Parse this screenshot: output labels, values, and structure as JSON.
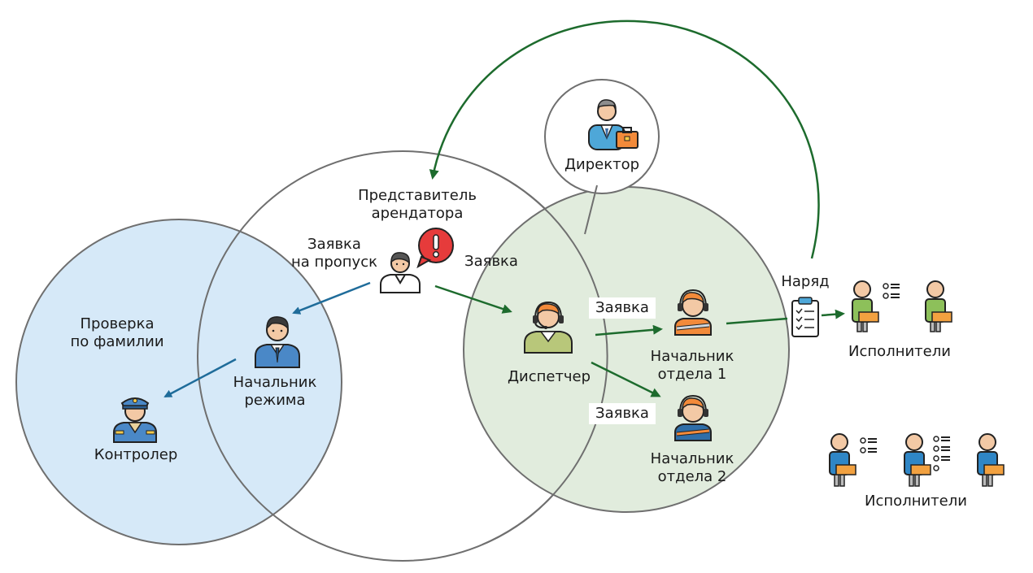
{
  "nodes": {
    "director": {
      "label": "Директор",
      "icon": "director-icon"
    },
    "tenant_rep": {
      "label_line1": "Представитель",
      "label_line2": "арендатора",
      "icon": "tenant-representative-icon",
      "alert_icon": "alert-bubble-icon"
    },
    "regime_head": {
      "label_line1": "Начальник",
      "label_line2": "режима",
      "icon": "security-chief-icon"
    },
    "controller": {
      "label": "Контролер",
      "icon": "police-officer-icon"
    },
    "dispatcher": {
      "label": "Диспетчер",
      "icon": "dispatcher-headset-icon"
    },
    "dept_head_1": {
      "label_line1": "Начальник",
      "label_line2": "отдела 1",
      "icon": "mechanic-icon"
    },
    "dept_head_2": {
      "label_line1": "Начальник",
      "label_line2": "отдела 2",
      "icon": "mechanic-icon"
    },
    "executors_1": {
      "label": "Исполнители",
      "icon": "worker-icon",
      "count": 2
    },
    "executors_2": {
      "label": "Исполнители",
      "icon": "worker-icon",
      "count": 3
    }
  },
  "edge_labels": {
    "pass_request_line1": "Заявка",
    "pass_request_line2": "на пропуск",
    "request_tenant": "Заявка",
    "request_dept1": "Заявка",
    "request_dept2": "Заявка",
    "work_order": "Наряд",
    "surname_check_line1": "Проверка",
    "surname_check_line2": "по фамилии"
  },
  "colors": {
    "blue_zone": "#d6e9f8",
    "green_zone": "#e1ecdd",
    "circle_stroke": "#6f6f6f",
    "blue_arrow": "#1f6c9a",
    "green_arrow": "#1d6b2d",
    "alert_red": "#e63b3b"
  }
}
